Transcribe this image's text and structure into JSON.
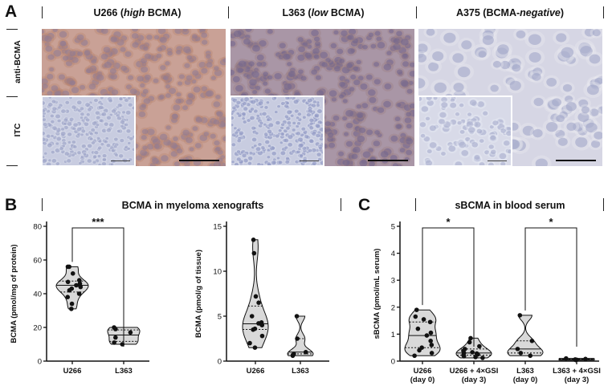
{
  "panelA": {
    "letter": "A",
    "columns": [
      {
        "prefix": "U266 (",
        "emph": "high",
        "suffix": " BCMA)"
      },
      {
        "prefix": "L363 (",
        "emph": "low",
        "suffix": " BCMA)"
      },
      {
        "prefix": "A375 (BCMA-",
        "emph": "negative",
        "suffix": ")"
      }
    ],
    "row_labels": [
      "anti-BCMA",
      "ITC"
    ],
    "colors": {
      "high": "#c9a196",
      "low": "#a996a6",
      "negative": "#d6d6e4",
      "itc": "#c8cce0"
    }
  },
  "panelB": {
    "letter": "B",
    "title": "BCMA in myeloma xenografts"
  },
  "panelC": {
    "letter": "C",
    "title": "sBCMA in blood serum"
  },
  "chart_data": [
    {
      "type": "violin",
      "panel": "B-left",
      "ylabel": "BCMA (pmol/mg of protein)",
      "ylim": [
        0,
        80
      ],
      "yticks": [
        "0",
        "20",
        "40",
        "60",
        "80"
      ],
      "categories": [
        "U266",
        "L363"
      ],
      "series": [
        {
          "values": [
            56,
            56,
            52,
            48,
            47,
            46,
            45,
            45,
            44,
            43,
            42,
            40,
            38,
            34,
            31
          ]
        },
        {
          "values": [
            20,
            19,
            17,
            14,
            11,
            10
          ]
        }
      ],
      "significance": [
        {
          "from": 0,
          "to": 1,
          "label": "***"
        }
      ]
    },
    {
      "type": "violin",
      "panel": "B-right",
      "ylabel": "BCMA (pmol/g of tissue)",
      "ylim": [
        0,
        15
      ],
      "yticks": [
        "0",
        "5",
        "10",
        "15"
      ],
      "categories": [
        "U266",
        "L363"
      ],
      "series": [
        {
          "values": [
            13.5,
            12,
            7.2,
            6.5,
            5,
            4.3,
            4.2,
            4.1,
            4,
            3.6,
            3.5,
            2.8,
            2,
            1.5
          ]
        },
        {
          "values": [
            5,
            2.5,
            1,
            0.8,
            0.6
          ]
        }
      ],
      "significance": []
    },
    {
      "type": "violin",
      "panel": "C",
      "ylabel": "sBCMA (pmol/mL serum)",
      "ylim": [
        0,
        5
      ],
      "yticks": [
        "0",
        "1",
        "2",
        "3",
        "4",
        "5"
      ],
      "categories": [
        [
          "U266",
          "(day 0)"
        ],
        [
          "U266 + 4×GSI",
          "(day 3)"
        ],
        [
          "L363",
          "(day 0)"
        ],
        [
          "L363 + 4×GSI",
          "(day 3)"
        ]
      ],
      "series": [
        {
          "values": [
            1.9,
            1.65,
            1.55,
            1.45,
            1.2,
            1.05,
            0.95,
            0.75,
            0.6,
            0.5,
            0.4,
            0.3,
            0.2
          ]
        },
        {
          "values": [
            0.85,
            0.7,
            0.55,
            0.45,
            0.38,
            0.33,
            0.3,
            0.28,
            0.25,
            0.22,
            0.18,
            0.15,
            0.12
          ]
        },
        {
          "values": [
            1.7,
            0.75,
            0.45,
            0.3,
            0.2
          ]
        },
        {
          "values": [
            0.1,
            0.08,
            0.06,
            0.05,
            0.04
          ]
        }
      ],
      "significance": [
        {
          "from": 0,
          "to": 1,
          "label": "*"
        },
        {
          "from": 2,
          "to": 3,
          "label": "*"
        }
      ]
    }
  ]
}
